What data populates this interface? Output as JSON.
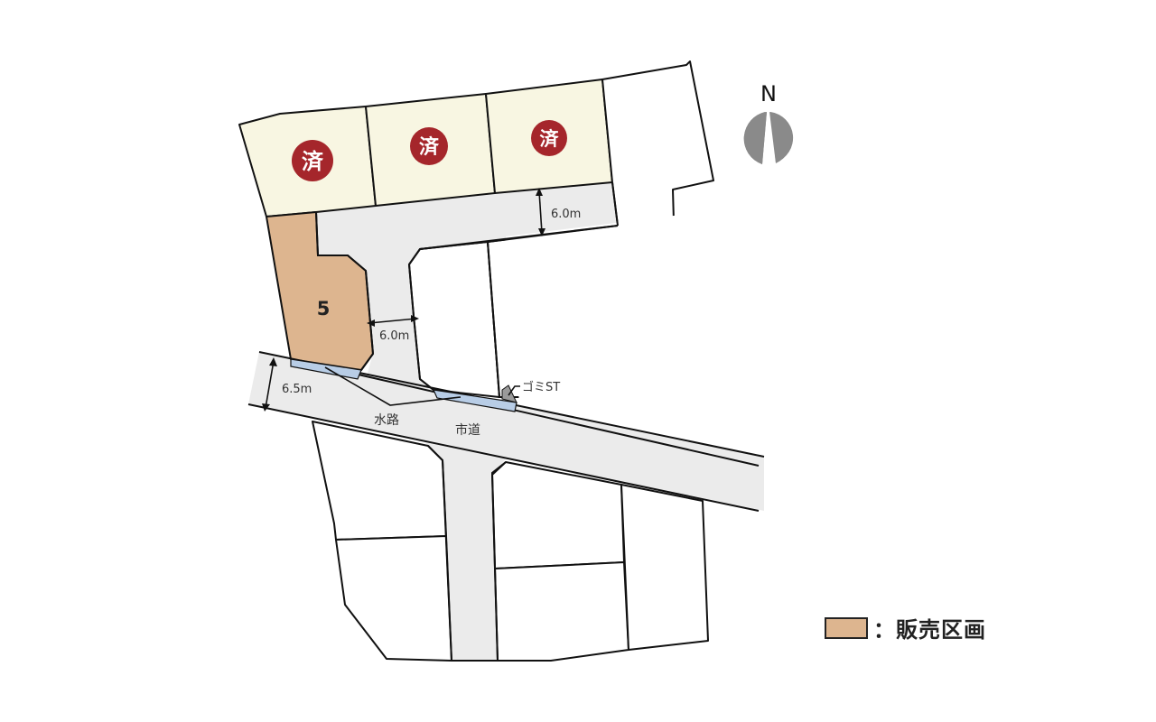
{
  "map": {
    "north_label": "N",
    "sold_mark": "済",
    "lot_number": "5",
    "dims": {
      "road_top_width": "6.0m",
      "road_mid_width": "6.0m",
      "city_road_width": "6.5m"
    },
    "labels": {
      "waterway": "水路",
      "city_road": "市道",
      "garbage_station": "ゴミST"
    },
    "colors": {
      "sold_lot": "#f8f6e2",
      "sale_lot": "#ddb58f",
      "road": "#ebebeb",
      "waterway": "#b8cde6",
      "sold_badge": "#a5262b",
      "compass": "#8a8a8a"
    }
  },
  "legend": {
    "swatch_color": "#ddb58f",
    "label": "：販売区画"
  }
}
